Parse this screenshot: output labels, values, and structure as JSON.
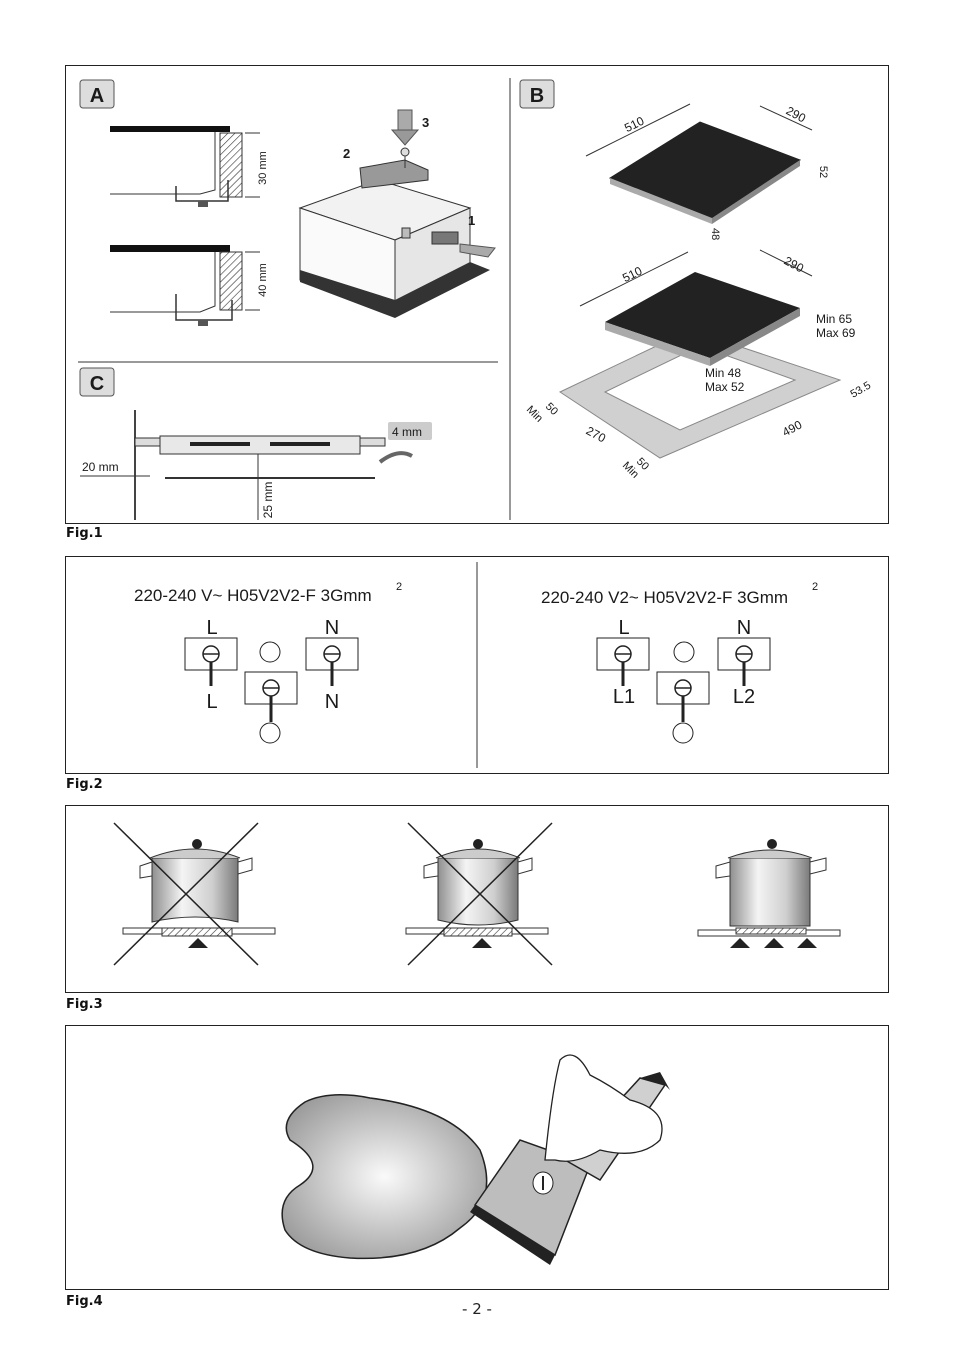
{
  "figures": {
    "fig1": {
      "label": "Fig.1",
      "panel_a": {
        "letter": "A",
        "dim_top": "30 mm",
        "dim_bottom": "40 mm",
        "callout_1": "1",
        "callout_2": "2",
        "callout_3": "3"
      },
      "panel_b": {
        "letter": "B",
        "top_width": "510",
        "top_depth": "290",
        "top_height": "52",
        "top_base": "48",
        "mid_width": "510",
        "mid_depth": "290",
        "clear_min": "Min  65",
        "clear_max": "Max 69",
        "cut_min": "Min  48",
        "cut_max": "Max 52",
        "side_50": "50",
        "side_min": "Min",
        "cut_depth": "270",
        "cut_width": "490",
        "right_margin": "53.5",
        "front_50": "50",
        "front_min": "Min"
      },
      "panel_c": {
        "letter": "C",
        "gap_label": "4 mm",
        "side_label": "20 mm",
        "depth_label": "25 mm"
      }
    },
    "fig2": {
      "label": "Fig.2",
      "left": {
        "title": "220-240 V~ H05V2V2-F 3Gmm",
        "sup": "2",
        "top_l": "L",
        "top_n": "N",
        "bottom_l": "L",
        "bottom_n": "N"
      },
      "right": {
        "title": "220-240 V2~ H05V2V2-F 3Gmm",
        "sup": "2",
        "top_l": "L",
        "top_n": "N",
        "bottom_l": "L1",
        "bottom_n": "L2"
      }
    },
    "fig3": {
      "label": "Fig.3"
    },
    "fig4": {
      "label": "Fig.4"
    }
  },
  "page_number": "- 2 -"
}
